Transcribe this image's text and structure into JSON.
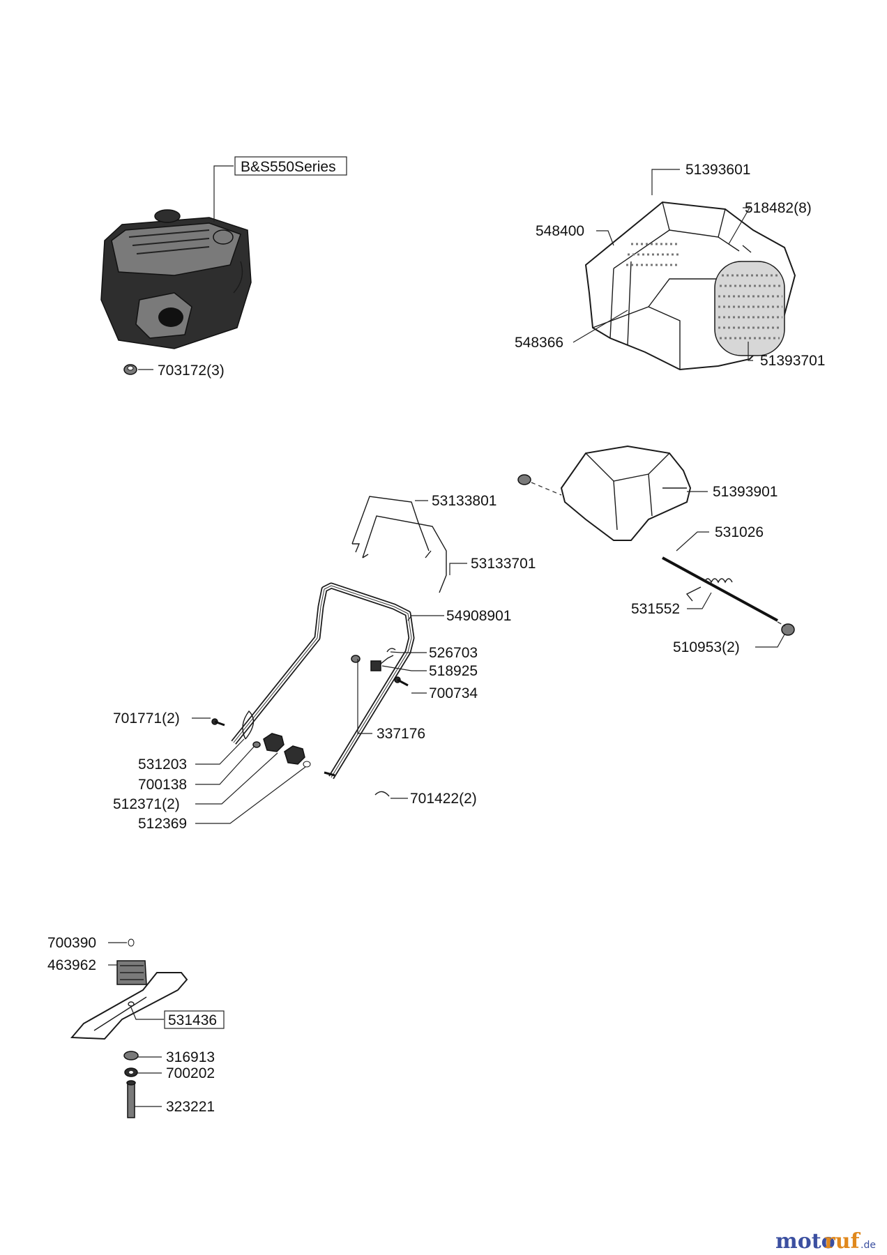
{
  "labels": {
    "engine": "B&S550Series",
    "nut_703172": "703172(3)",
    "p51393601": "51393601",
    "p518482": "518482(8)",
    "p548400": "548400",
    "p548366": "548366",
    "p51393701": "51393701",
    "p51393901": "51393901",
    "p531026": "531026",
    "p531552": "531552",
    "p510953": "510953(2)",
    "p53133801": "53133801",
    "p53133701": "53133701",
    "p54908901": "54908901",
    "p526703": "526703",
    "p518925": "518925",
    "p700734": "700734",
    "p701771": "701771(2)",
    "p337176": "337176",
    "p531203": "531203",
    "p700138": "700138",
    "p512371": "512371(2)",
    "p512369": "512369",
    "p701422": "701422(2)",
    "p700390": "700390",
    "p463962": "463962",
    "p531436": "531436",
    "p316913": "316913",
    "p700202": "700202",
    "p323221": "323221"
  },
  "watermark": {
    "part1": "moto",
    "part2": "ruf",
    "suffix": ".de"
  }
}
